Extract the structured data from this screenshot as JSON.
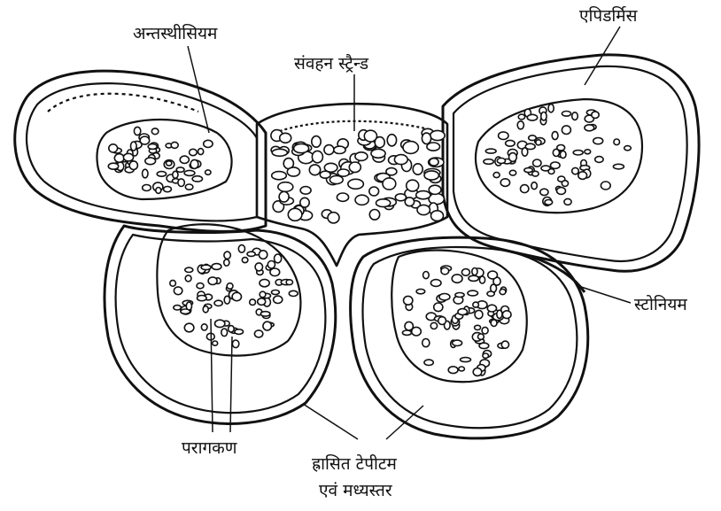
{
  "labels": {
    "endothecium": "अन्तस्थीसियम",
    "vascular_strand": "संवहन स्ट्रैन्ड",
    "epidermis": "एपिडर्मिस",
    "stomium": "स्टोनियम",
    "pollen": "परागकण",
    "tapetum_line1": "ह्रासित टेपीटम",
    "tapetum_line2": "एवं मध्यस्तर"
  },
  "colors": {
    "ink": "#111111",
    "background": "#ffffff"
  }
}
